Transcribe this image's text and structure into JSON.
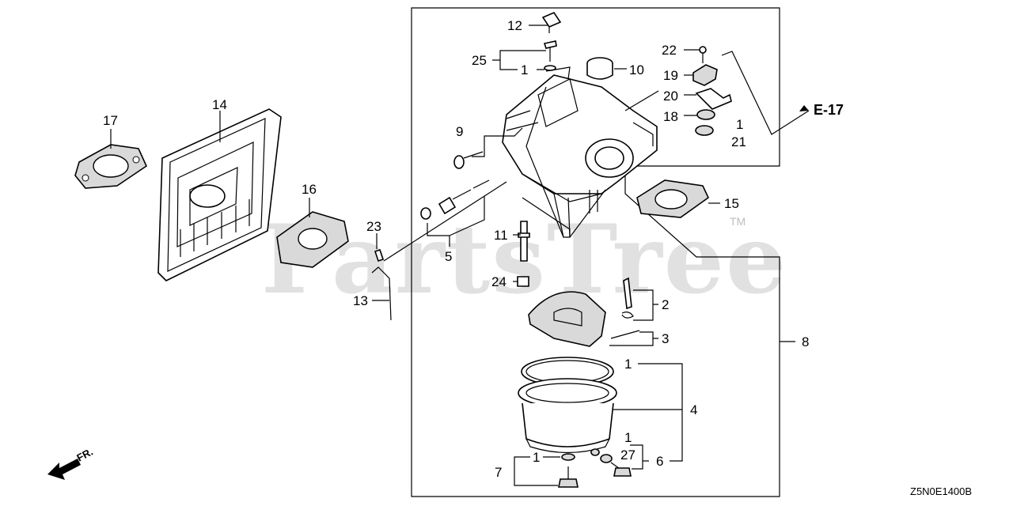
{
  "watermark": {
    "text": "PartsTree",
    "trademark": "TM"
  },
  "diagram_code": "Z5N0E1400B",
  "direction_label": "FR.",
  "reference": "E-17",
  "callouts": {
    "c12": "12",
    "c25": "25",
    "c1a": "1",
    "c10": "10",
    "c22": "22",
    "c19": "19",
    "c20": "20",
    "c18": "18",
    "c1b": "1",
    "c21": "21",
    "c9": "9",
    "c17": "17",
    "c14": "14",
    "c16": "16",
    "c15": "15",
    "c23": "23",
    "c5": "5",
    "c13": "13",
    "c11": "11",
    "c24": "24",
    "c2": "2",
    "c3": "3",
    "c8": "8",
    "c1c": "1",
    "c4": "4",
    "c1d": "1",
    "c27": "27",
    "c6": "6",
    "c1e": "1",
    "c7": "7"
  }
}
